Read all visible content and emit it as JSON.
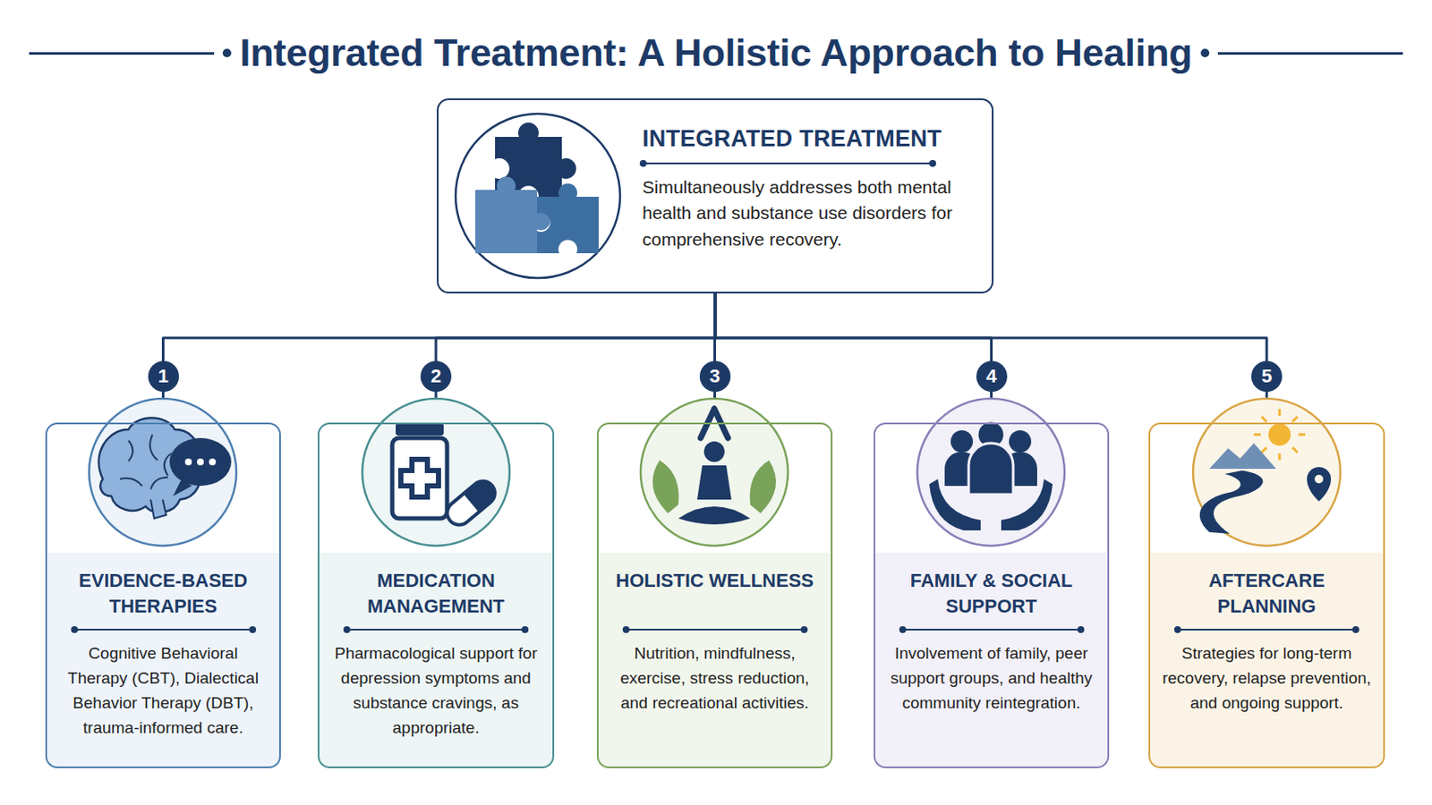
{
  "diagram": {
    "title": "Integrated Treatment: A Holistic Approach to Healing",
    "nodes": [
      {
        "text": [
          "INTEGRATED TREATMENT",
          "Simultaneously addresses both mental health and substance use disorders for comprehensive recovery."
        ]
      },
      {
        "text": [
          "EVIDENCE-BASED THERAPIES",
          "Cognitive Behavioral Therapy (CBT), Dialectical Behavior Therapy (DBT), trauma-informed care."
        ]
      },
      {
        "text": [
          "MEDICATION MANAGEMENT",
          "Pharmacological support for depression symptoms and substance cravings, as appropriate."
        ]
      },
      {
        "text": [
          "HOLISTIC WELLNESS",
          "Nutrition, mindfulness, exercise, stress reduction, and recreational activities."
        ]
      },
      {
        "text": [
          "FAMILY & SOCIAL SUPPORT",
          "Involvement of family, peer support groups, and healthy community reintegration."
        ]
      },
      {
        "text": [
          "AFTERCARE PLANNING",
          "Strategies for long-term recovery, relapse prevention, and ongoing support."
        ]
      }
    ],
    "edges": [
      {
        "from": 0,
        "to": 1,
        "arrow": "none"
      },
      {
        "from": 0,
        "to": 2,
        "arrow": "none"
      },
      {
        "from": 0,
        "to": 3,
        "arrow": "none"
      },
      {
        "from": 0,
        "to": 4,
        "arrow": "none"
      },
      {
        "from": 0,
        "to": 5,
        "arrow": "none"
      }
    ],
    "labels": [
      "1",
      "2",
      "3",
      "4",
      "5"
    ]
  }
}
